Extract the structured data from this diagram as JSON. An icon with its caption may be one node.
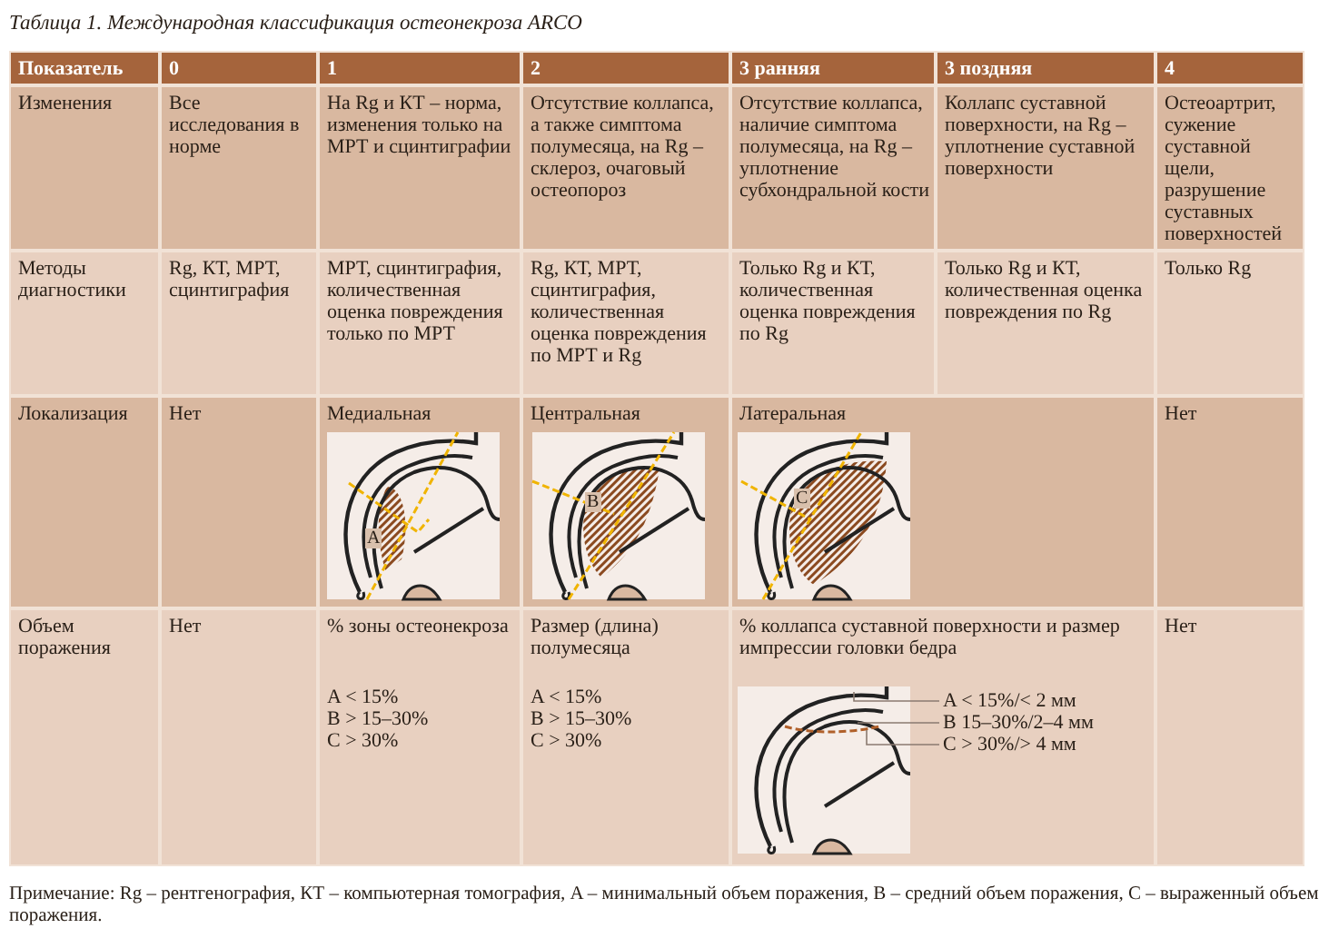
{
  "diagram": {
    "title": "Таблица 1. Международная классификация остеонекроза ARCO",
    "caption": "Примечание: Rg – рентгенография, КТ – компьютерная томография, A – минимальный объем поражения, B – средний объем поражения, C – выраженный объем поражения.",
    "nodes": [
      {
        "text": [
          "A < 15%/< 2 мм"
        ]
      },
      {
        "text": [
          "B 15–30%/2–4 мм"
        ]
      },
      {
        "text": [
          "C > 30%/> 4 мм"
        ]
      }
    ],
    "edges": [
      {
        "from": 0,
        "to": null,
        "arrow": "none"
      },
      {
        "from": 1,
        "to": null,
        "arrow": "none"
      },
      {
        "from": 2,
        "to": null,
        "arrow": "none"
      }
    ],
    "labels": [
      "Показатель",
      "0",
      "1",
      "2",
      "3 ранняя",
      "3 поздняя",
      "4",
      "Изменения",
      "Все исследования в норме",
      "На Rg и КТ – норма, изменения только на МРТ и сцинтиграфии",
      "Отсутствие коллапса, а также симптома полумесяца, на Rg – склероз, очаговый остеопороз",
      "Отсутствие коллапса, наличие симптома полумесяца, на Rg – уплотнение субхондральной кости",
      "Коллапс суставной поверхности, на Rg – уплотнение суставной поверхности",
      "Остеоартрит, сужение суставной щели, разрушение суставных поверхностей",
      "Методы диагностики",
      "Rg, КТ,  МРТ, сцинтиграфия",
      "МРТ, сцинтиграфия, количественная оценка повреждения только по МРТ",
      "Rg, КТ, МРТ, сцинтиграфия, количественная оценка повреждения по МРТ и  Rg",
      "Только  Rg и КТ, количественная оценка повреждения по  Rg",
      "Только  Rg и КТ, количественная оценка повреждения по  Rg",
      "Только  Rg",
      "Локализация",
      "Нет",
      "Медиальная",
      "A",
      "Центральная",
      "B",
      "Латеральная",
      "C",
      "Нет",
      "Объем поражения",
      "Нет",
      "% зоны остеонекроза",
      "A < 15%",
      "B > 15–30%",
      "C > 30%",
      "Размер (длина) полумесяца",
      "A < 15%",
      "B > 15–30%",
      "C > 30%",
      "% коллапса суставной поверхности и размер импрессии головки бедра",
      "Нет"
    ]
  }
}
